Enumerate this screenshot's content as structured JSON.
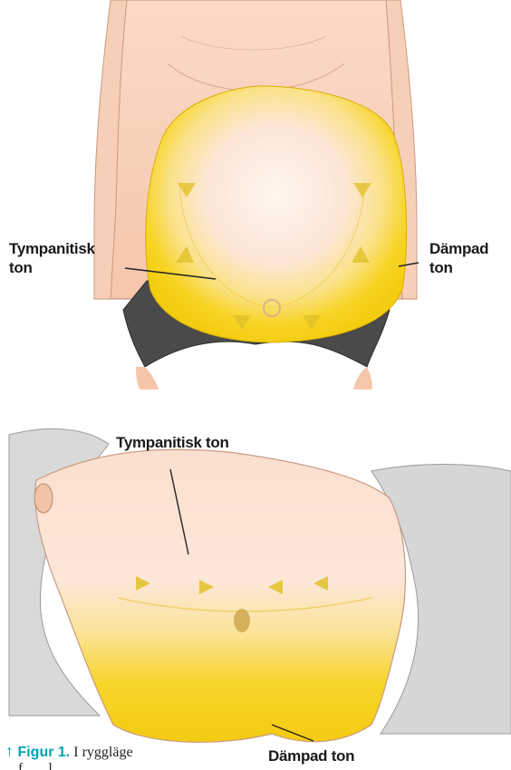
{
  "figure_top": {
    "label_left": [
      "Tympanitisk",
      "ton"
    ],
    "label_right": [
      "Dämpad",
      "ton"
    ]
  },
  "figure_bottom": {
    "label_top": "Tympanitisk ton",
    "label_bottom": "Dämpad ton"
  },
  "caption": {
    "arrow": "↑",
    "figure_label": "Figur 1.",
    "text": " I ryggläge",
    "text_line2": "f... ...l... ..."
  },
  "colors": {
    "skin": "#f7c9b0",
    "dull_zone": "#f5d21a",
    "tympanic_zone": "#fdeee2",
    "briefs": "#4a4a4a",
    "sheet": "#d6d6d6",
    "accent": "#00a3b4"
  }
}
